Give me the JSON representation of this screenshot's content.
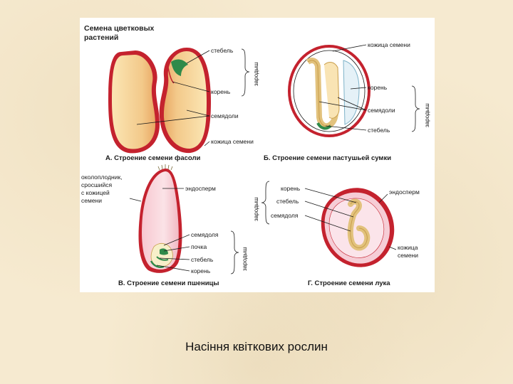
{
  "figure": {
    "title_line1": "Семена цветковых",
    "title_line2": "растений",
    "panel_a": {
      "caption": "А. Строение семени фасоли",
      "labels": {
        "stem": "стебель",
        "root": "корень",
        "cotyledons": "семядоли",
        "seed_coat": "кожица семени",
        "embryo": "зародыш"
      }
    },
    "panel_b": {
      "caption": "Б. Строение семени пастушьей сумки",
      "labels": {
        "seed_coat": "кожица семени",
        "root": "корень",
        "cotyledons": "семядоли",
        "stem": "стебель",
        "embryo": "зародыш"
      }
    },
    "panel_v": {
      "caption": "В. Строение семени пшеницы",
      "labels": {
        "pericarp_l1": "околоплодник,",
        "pericarp_l2": "сросшийся",
        "pericarp_l3": "с кожицей",
        "pericarp_l4": "семени",
        "endosperm": "эндосперм",
        "cotyledon": "семядоля",
        "bud": "почка",
        "stem": "стебель",
        "root": "корень",
        "embryo": "зародыш"
      }
    },
    "panel_g": {
      "caption": "Г. Строение семени лука",
      "labels": {
        "root": "корень",
        "stem": "стебель",
        "cotyledon": "семядоля",
        "endosperm": "эндосперм",
        "seed_coat_l1": "кожица",
        "seed_coat_l2": "семени",
        "embryo": "зародыш"
      }
    }
  },
  "caption": "Насіння квіткових рослин",
  "colors": {
    "background": "#f6ead0",
    "seed_coat": "#c4222e",
    "cotyledon": "#f3c98a",
    "endosperm": "#f6cdd6",
    "embryo_green": "#2f8a4a"
  }
}
